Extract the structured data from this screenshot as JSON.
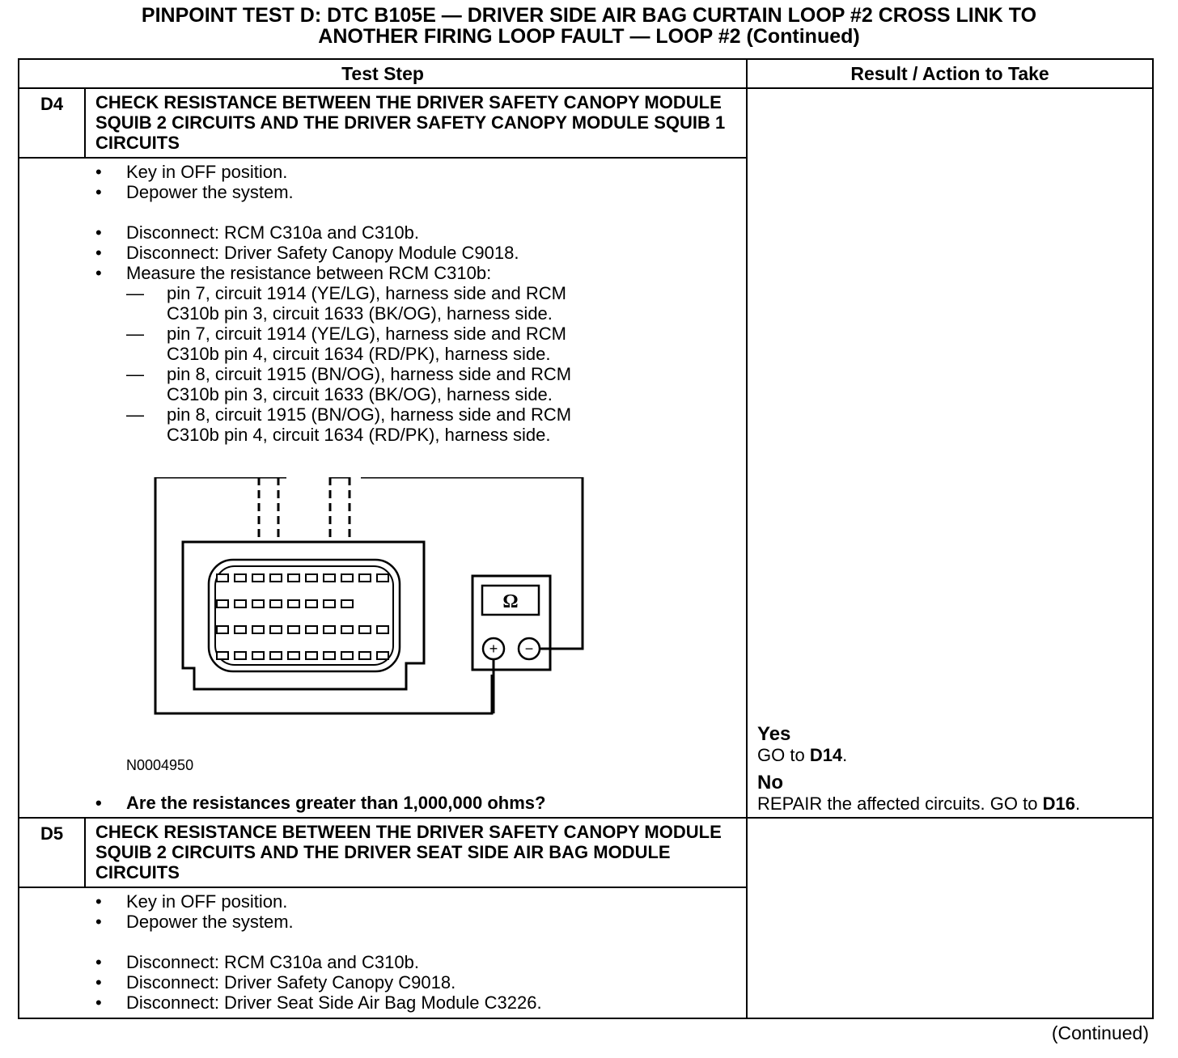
{
  "title": {
    "line1": "PINPOINT TEST D: DTC B105E — DRIVER SIDE AIR BAG CURTAIN LOOP #2 CROSS LINK TO",
    "line2": "ANOTHER FIRING LOOP FAULT — LOOP #2 (Continued)"
  },
  "table": {
    "col_step": "Test Step",
    "col_result": "Result / Action to Take"
  },
  "d4": {
    "number": "D4",
    "title": "CHECK RESISTANCE BETWEEN THE DRIVER SAFETY CANOPY MODULE SQUIB 2 CIRCUITS AND THE DRIVER SAFETY CANOPY MODULE SQUIB 1 CIRCUITS",
    "b1": "Key in OFF position.",
    "b2": "Depower the system.",
    "b3": "Disconnect: RCM C310a and C310b.",
    "b4": "Disconnect: Driver Safety Canopy Module C9018.",
    "b5": "Measure the resistance between RCM C310b:",
    "d1": "pin 7, circuit 1914 (YE/LG), harness side and RCM C310b pin 3, circuit 1633 (BK/OG), harness side.",
    "d2": "pin 7, circuit 1914 (YE/LG), harness side and RCM C310b pin 4, circuit 1634 (RD/PK), harness side.",
    "d3": "pin 8, circuit 1915 (BN/OG), harness side and RCM C310b pin 3, circuit 1633 (BK/OG), harness side.",
    "d4": "pin 8, circuit 1915 (BN/OG), harness side and RCM C310b pin 4, circuit 1634 (RD/PK), harness side.",
    "figure_id": "N0004950",
    "question": "Are the resistances greater than 1,000,000 ohms?",
    "meter_symbol": "Ω",
    "plus": "+",
    "minus": "−",
    "yes_label": "Yes",
    "yes_text_pre": "GO to ",
    "yes_ref": "D14",
    "yes_text_post": ".",
    "no_label": "No",
    "no_text_pre": "REPAIR the affected circuits. GO to ",
    "no_ref": "D16",
    "no_text_post": "."
  },
  "d5": {
    "number": "D5",
    "title": "CHECK RESISTANCE BETWEEN THE DRIVER SAFETY CANOPY MODULE SQUIB 2 CIRCUITS AND THE DRIVER SEAT SIDE AIR BAG MODULE CIRCUITS",
    "b1": "Key in OFF position.",
    "b2": "Depower the system.",
    "b3": "Disconnect: RCM C310a and C310b.",
    "b4": "Disconnect: Driver Safety Canopy C9018.",
    "b5": "Disconnect: Driver Seat Side Air Bag Module C3226."
  },
  "footer": {
    "continued": "(Continued)"
  }
}
